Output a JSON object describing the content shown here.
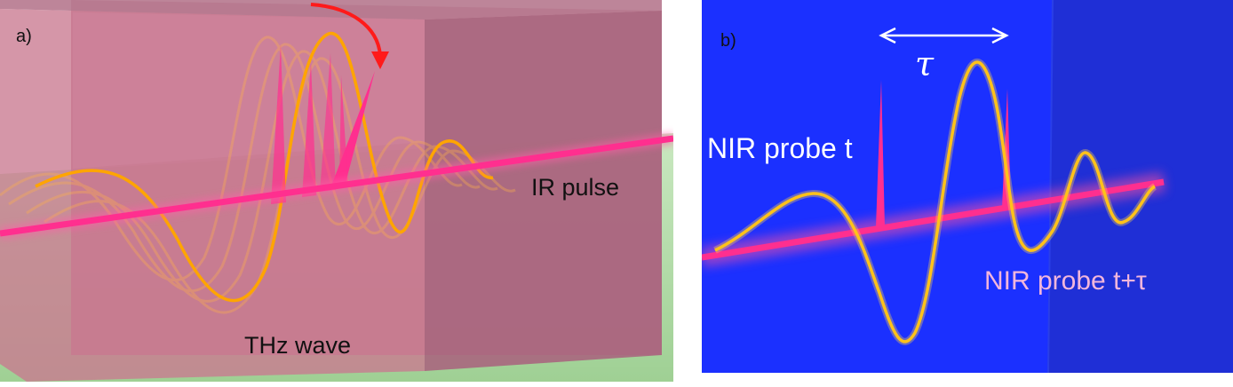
{
  "panel_a": {
    "label": "a)",
    "ir_pulse_label": "IR pulse",
    "thz_wave_label": "THz wave"
  },
  "panel_b": {
    "label": "b)",
    "delay_symbol": "τ",
    "probe_t_label": "NIR probe t",
    "probe_t_tau_label": "NIR probe t+τ"
  },
  "colors": {
    "box": "#b86b86",
    "ground": "#a8d8a0",
    "beam": "#ff2f8f",
    "wave": "#ffb000",
    "background_b": "#1a2fff",
    "arrow": "#ff2020"
  }
}
